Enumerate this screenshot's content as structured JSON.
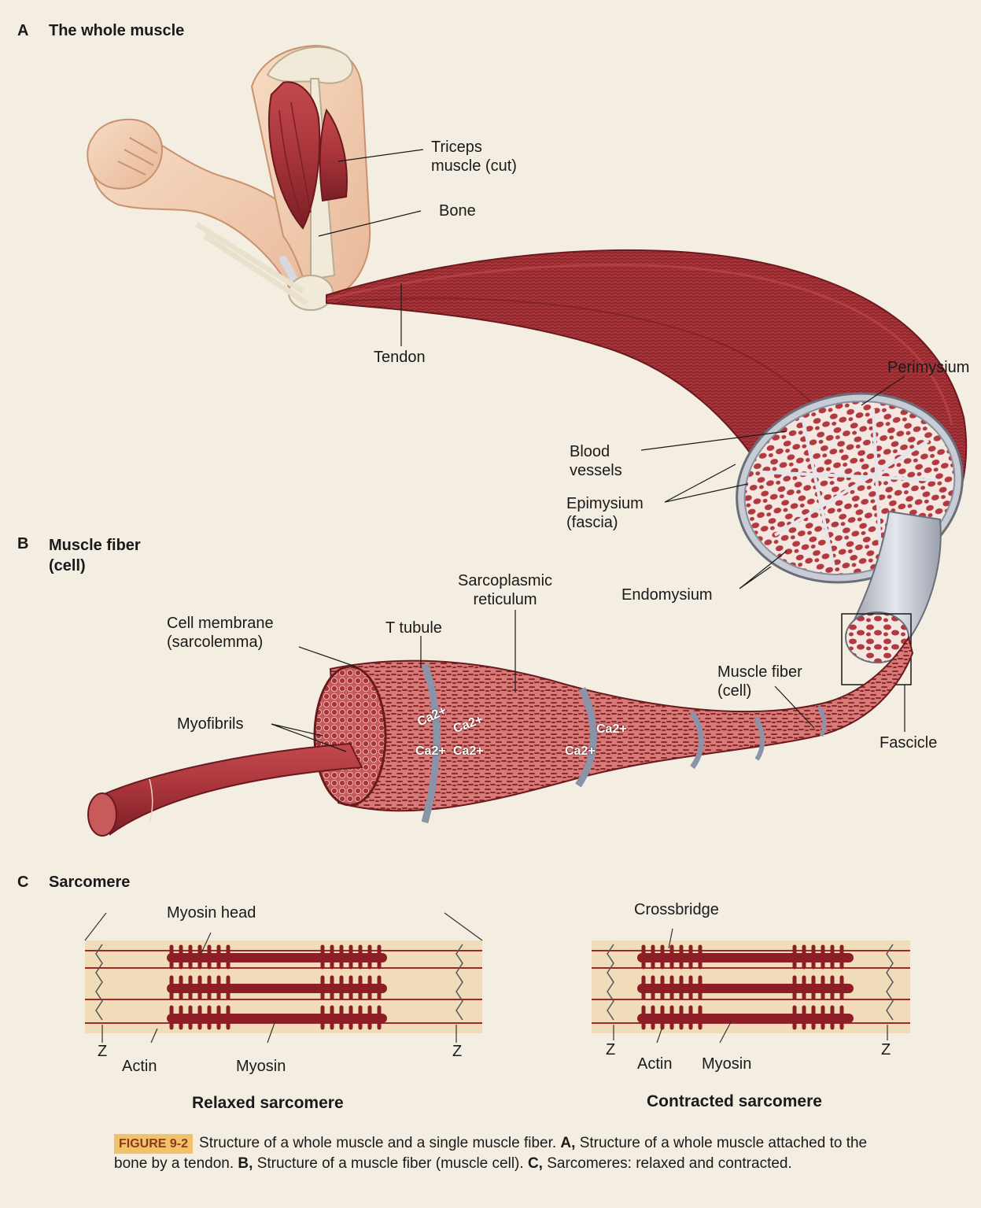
{
  "sections": {
    "a_letter": "A",
    "a_title": "The whole muscle",
    "b_letter": "B",
    "b_title_1": "Muscle fiber",
    "b_title_2": "(cell)",
    "c_letter": "C",
    "c_title": "Sarcomere"
  },
  "labels": {
    "triceps_1": "Triceps",
    "triceps_2": "muscle (cut)",
    "bone": "Bone",
    "tendon": "Tendon",
    "perimysium": "Perimysium",
    "blood_1": "Blood",
    "blood_2": "vessels",
    "epimysium_1": "Epimysium",
    "epimysium_2": "(fascia)",
    "endomysium": "Endomysium",
    "sarcoplasmic_1": "Sarcoplasmic",
    "sarcoplasmic_2": "reticulum",
    "cell_membrane_1": "Cell membrane",
    "cell_membrane_2": "(sarcolemma)",
    "t_tubule": "T tubule",
    "myofibrils": "Myofibrils",
    "muscle_fiber_1": "Muscle fiber",
    "muscle_fiber_2": "(cell)",
    "fascicle": "Fascicle",
    "ca": "Ca2+",
    "myosin_head": "Myosin head",
    "crossbridge": "Crossbridge",
    "z": "Z",
    "actin": "Actin",
    "myosin": "Myosin",
    "relaxed": "Relaxed sarcomere",
    "contracted": "Contracted sarcomere"
  },
  "caption": {
    "figure": "FIGURE 9-2",
    "text_1": "Structure of a whole muscle and a single muscle fiber.",
    "a": "A,",
    "a_text": "Structure of a whole muscle attached to the bone by a tendon.",
    "b": "B,",
    "b_text": "Structure of a muscle fiber (muscle cell).",
    "c": "C,",
    "c_text": "Sarcomeres: relaxed and contracted."
  },
  "colors": {
    "muscle": "#a8343a",
    "muscle_dark": "#7a1f25",
    "band": "#f0dcb8",
    "fascia": "#c8ccd4",
    "caption_tag": "#f2c26a"
  }
}
